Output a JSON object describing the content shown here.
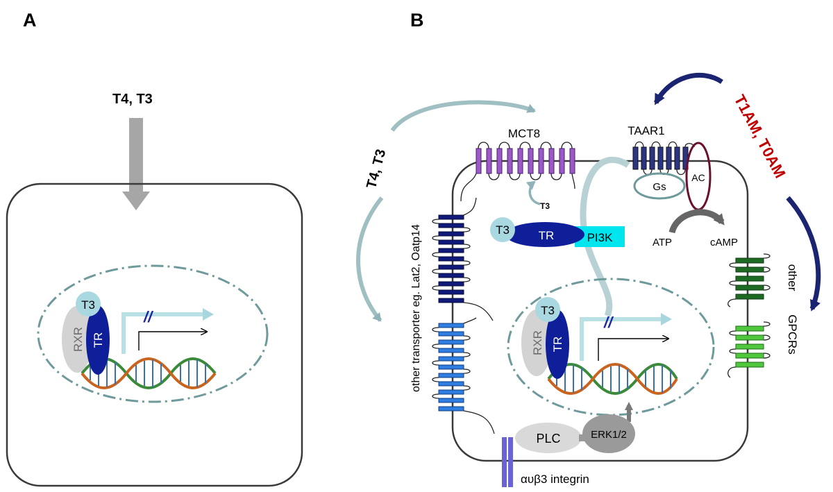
{
  "panels": {
    "a": {
      "letter": "A",
      "ligand": "T4, T3",
      "t3": "T3",
      "rxr": "RXR",
      "tr": "TR"
    },
    "b": {
      "letter": "B",
      "ligand": "T4, T3",
      "mct8": "MCT8",
      "t3_small": "T3",
      "t3": "T3",
      "tr_cyto": "TR",
      "pi3k": "PI3K",
      "taar1": "TAAR1",
      "gs": "Gs",
      "ac": "AC",
      "atp": "ATP",
      "camp": "cAMP",
      "t1am": "T1AM, T0AM",
      "other_gpcrs_1": "other",
      "other_gpcrs_2": "GPCRs",
      "transporter": "other transporter eg. Lat2, Oatp14",
      "rxr": "RXR",
      "tr_nuc": "TR",
      "plc": "PLC",
      "erk": "ERK1/2",
      "integrin": "αυβ3 integrin"
    }
  },
  "colors": {
    "membrane": "#3a3a3a",
    "grey_arrow": "#a6a6a6",
    "light_teal": "#a9c9cc",
    "teal_arrow": "#8fb3b8",
    "t3_circle": "#a9d8e0",
    "tr_blue": "#0f1f9a",
    "rxr_grey": "#d3d3d3",
    "pi3k": "#00e5ee",
    "mct8_purple": "#9b59c6",
    "taar1_navy": "#2a3585",
    "navy_arrow": "#1b2470",
    "ac_maroon": "#6b0f2e",
    "transporter_navy": "#101a7a",
    "transporter_blue": "#2f7de0",
    "gpcr_dark_green": "#1d6b22",
    "gpcr_light_green": "#4fc83d",
    "integrin_purple": "#6a63d6",
    "t1am_red": "#c00000",
    "ellipse_grey": "#d9d9d9",
    "erk_grey": "#9a9a9a"
  }
}
